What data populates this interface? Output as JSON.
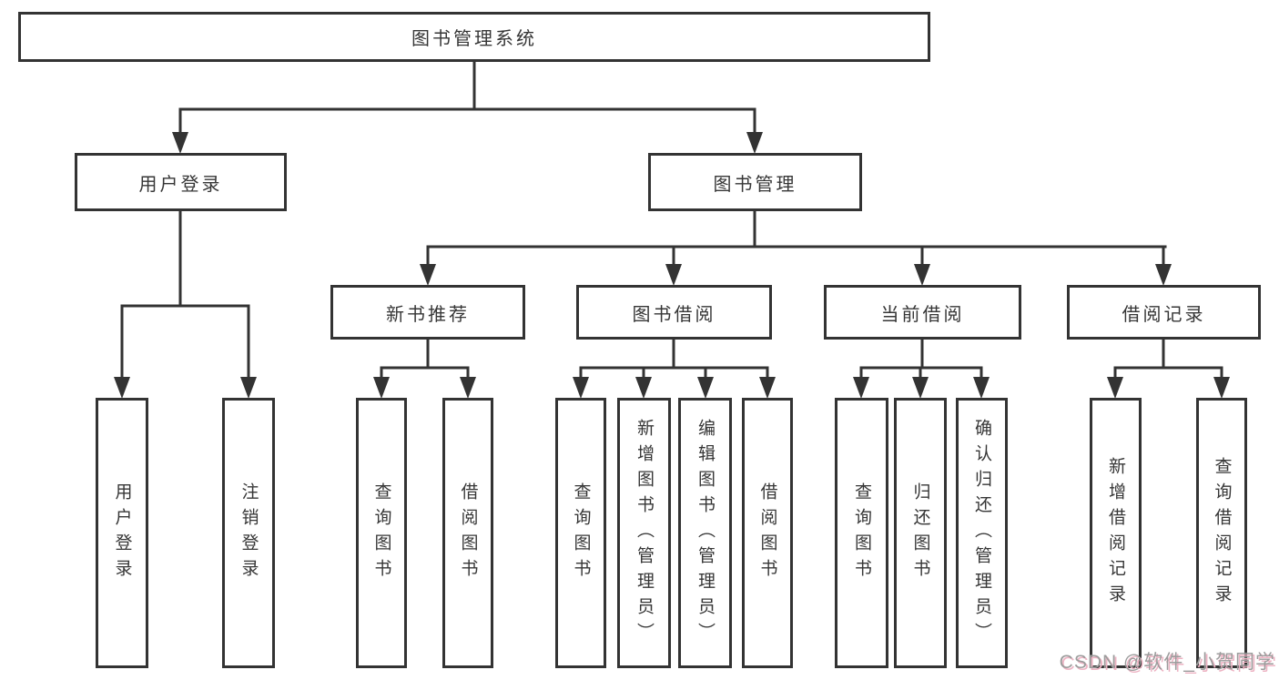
{
  "diagram": {
    "title": "图书管理系统",
    "branches": [
      {
        "label": "用户登录",
        "leaves": [
          "用户登录",
          "注销登录"
        ]
      },
      {
        "label": "图书管理",
        "groups": [
          {
            "label": "新书推荐",
            "leaves": [
              "查询图书",
              "借阅图书"
            ]
          },
          {
            "label": "图书借阅",
            "leaves": [
              "查询图书",
              "新增图书（管理员）",
              "编辑图书（管理员）",
              "借阅图书"
            ]
          },
          {
            "label": "当前借阅",
            "leaves": [
              "查询图书",
              "归还图书",
              "确认归还（管理员）"
            ]
          },
          {
            "label": "借阅记录",
            "leaves": [
              "新增借阅记录",
              "查询借阅记录"
            ]
          }
        ]
      }
    ]
  },
  "colors": {
    "line": "#333333",
    "text": "#363636",
    "watermark_gray": "#9c9c9c",
    "watermark_pink": "#edb3c3"
  },
  "watermark": "CSDN @软件_小贺同学"
}
